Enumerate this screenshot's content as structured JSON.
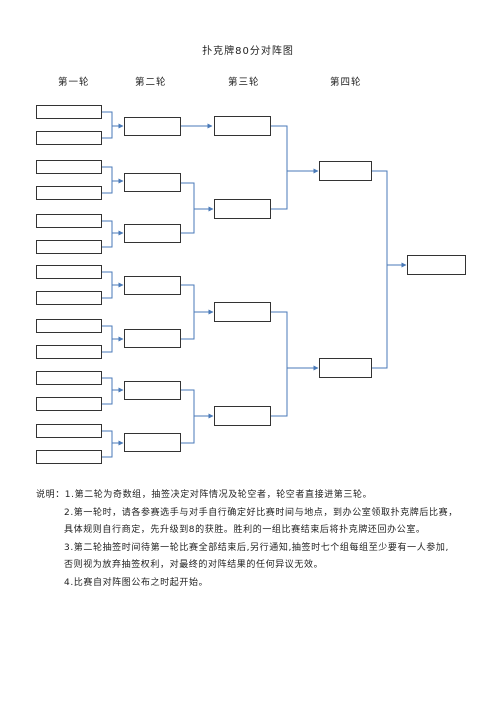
{
  "title": "扑克牌80分对阵图",
  "rounds": [
    "第一轮",
    "第二轮",
    "第三轮",
    "第四轮"
  ],
  "notes": [
    "说明：1.第二轮为奇数组，抽签决定对阵情况及轮空者，轮空者直接进第三轮。",
    "2.第一轮时，请各参赛选手与对手自行确定好比赛时间与地点，到办公室领取扑克牌后比赛，",
    "具体规则自行商定，先升级到8的获胜。胜利的一组比赛结束后将扑克牌还回办公室。",
    "3.第二轮抽签时间待第一轮比赛全部结束后,另行通知,抽签时七个组每组至少要有一人参加,",
    "否则视为放弃抽签权利，对最终的对阵结果的任何异议无效。",
    "4.比赛自对阵图公布之时起开始。"
  ]
}
